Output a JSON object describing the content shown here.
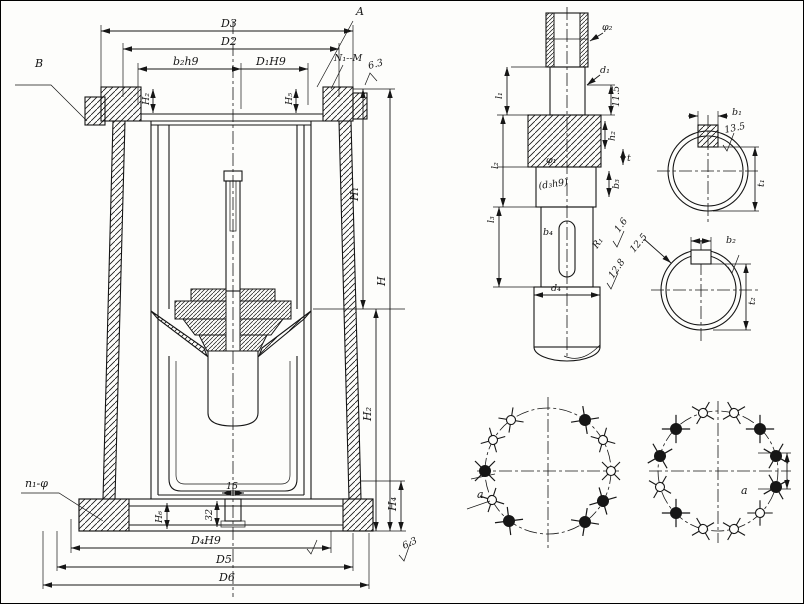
{
  "drawing_type": "engineering-sectional-drawing",
  "main_view": {
    "labels": {
      "A": "A",
      "B": "B",
      "D3": "D3",
      "D2": "D2",
      "b2h9": "b₂h9",
      "D1H9": "D₁H9",
      "N1M": "N₁--M",
      "rough_top": "6.3",
      "H2f": "H₂",
      "H5f": "H₅",
      "H1": "H₁",
      "H": "H",
      "H2": "H₂",
      "H4": "H₄",
      "rough_bottom": "6.3",
      "n1phi": "n₁-φ",
      "H6": "H₆",
      "d15": "15",
      "d32": "32",
      "D4H9": "D₄H9",
      "D5": "D5",
      "D6": "D6"
    }
  },
  "shaft_view": {
    "labels": {
      "phi2": "φ₂",
      "d1": "d₁",
      "n115": "11.5",
      "l1": "l₁",
      "l2": "l₂",
      "l3": "l₃",
      "phi1": "φ₁",
      "d3h9": "(d₃h9)",
      "h2": "h₂",
      "t": "t",
      "b3": "b₃",
      "r16": "1.6",
      "b4": "b₄",
      "R1": "R₁",
      "r128": "12.8",
      "d4": "d₄"
    }
  },
  "sections": {
    "upper": {
      "labels": {
        "b1": "b₁",
        "r135": "13.5",
        "t1": "t₁"
      }
    },
    "lower": {
      "labels": {
        "r125": "12.5",
        "b2": "b₂",
        "t2": "t₂"
      }
    }
  },
  "bolt_circles": {
    "left": {
      "a": "a",
      "bolt_count": 10
    },
    "right": {
      "a": "a",
      "bolt_count": 12
    }
  }
}
